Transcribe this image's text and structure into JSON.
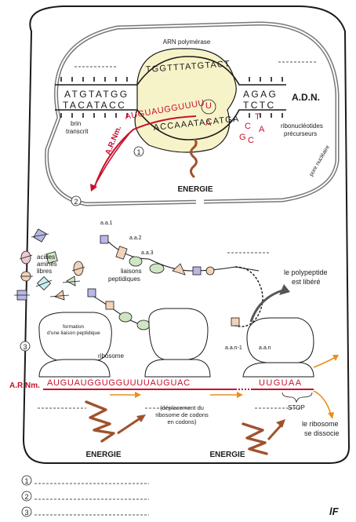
{
  "labels": {
    "rna_polymerase": "ARN polymérase",
    "adn": "A.D.N.",
    "brin_transcrit_1": "brin",
    "brin_transcrit_2": "transcrit",
    "arnm_top": "A.R.Nm.",
    "ribo_precursors_1": "ribonucléotides",
    "ribo_precursors_2": "précurseurs",
    "nuclear_pore": "pore nucléaire",
    "energie": "ENERGIE",
    "free_aa_1": "acides",
    "free_aa_2": "aminés",
    "free_aa_3": "libres",
    "peptide_bonds_1": "liaisons",
    "peptide_bonds_2": "peptidiques",
    "aa1": "a.a.1",
    "aa2": "a.a.2",
    "aa3": "a.a.3",
    "aan1": "a.a.n-1",
    "aan": "a.a.n",
    "peptide_formation_1": "formation",
    "peptide_formation_2": "d'une liaison peptidique",
    "ribosome": "ribosome",
    "polypeptide_1": "le polypeptide",
    "polypeptide_2": "est libéré",
    "arnm_bottom": "A.R.Nm.",
    "displacement_1": "(déplacement du",
    "displacement_2": "ribosome de codons",
    "displacement_3": "en codons)",
    "stop": "STOP",
    "dissociate_1": "le ribosome",
    "dissociate_2": "se dissocie",
    "step1": "1",
    "step2": "2",
    "step3": "3",
    "signature": "lF"
  },
  "sequences": {
    "dna_top_left": "ATGTATGG",
    "dna_bottom_left": "TACATACC",
    "dna_top_arc": "TGGTTTATGTACT",
    "dna_bottom_arc": "ACCAAATACATGA",
    "dna_top_right": "AGAG",
    "dna_bottom_right": "TCTC",
    "rna_transcript": "AUGUAUGGUUUU",
    "rna_new": "A",
    "nucleotides_free": [
      "U",
      "C",
      "A",
      "T",
      "G",
      "C"
    ],
    "mrna_bottom": "AUGUAUGGUGGUUUUAUGUAC",
    "mrna_end": "UUGUAA"
  },
  "answer_lines": [
    "1",
    "2",
    "3"
  ],
  "colors": {
    "red": "#c8102e",
    "dark_red": "#a0522d",
    "membrane": "#1a1a1a",
    "cell_fill": "#ffffff",
    "nucleus_cream": "#f7f3c8",
    "orange": "#e8901c",
    "gray_arrow": "#555555",
    "aa_lilac": "#b8b8e6",
    "aa_green": "#cfe6c4",
    "aa_peach": "#f2d2b8",
    "aa_cyan": "#c8eef0",
    "aa_pink": "#f0c8d0"
  }
}
